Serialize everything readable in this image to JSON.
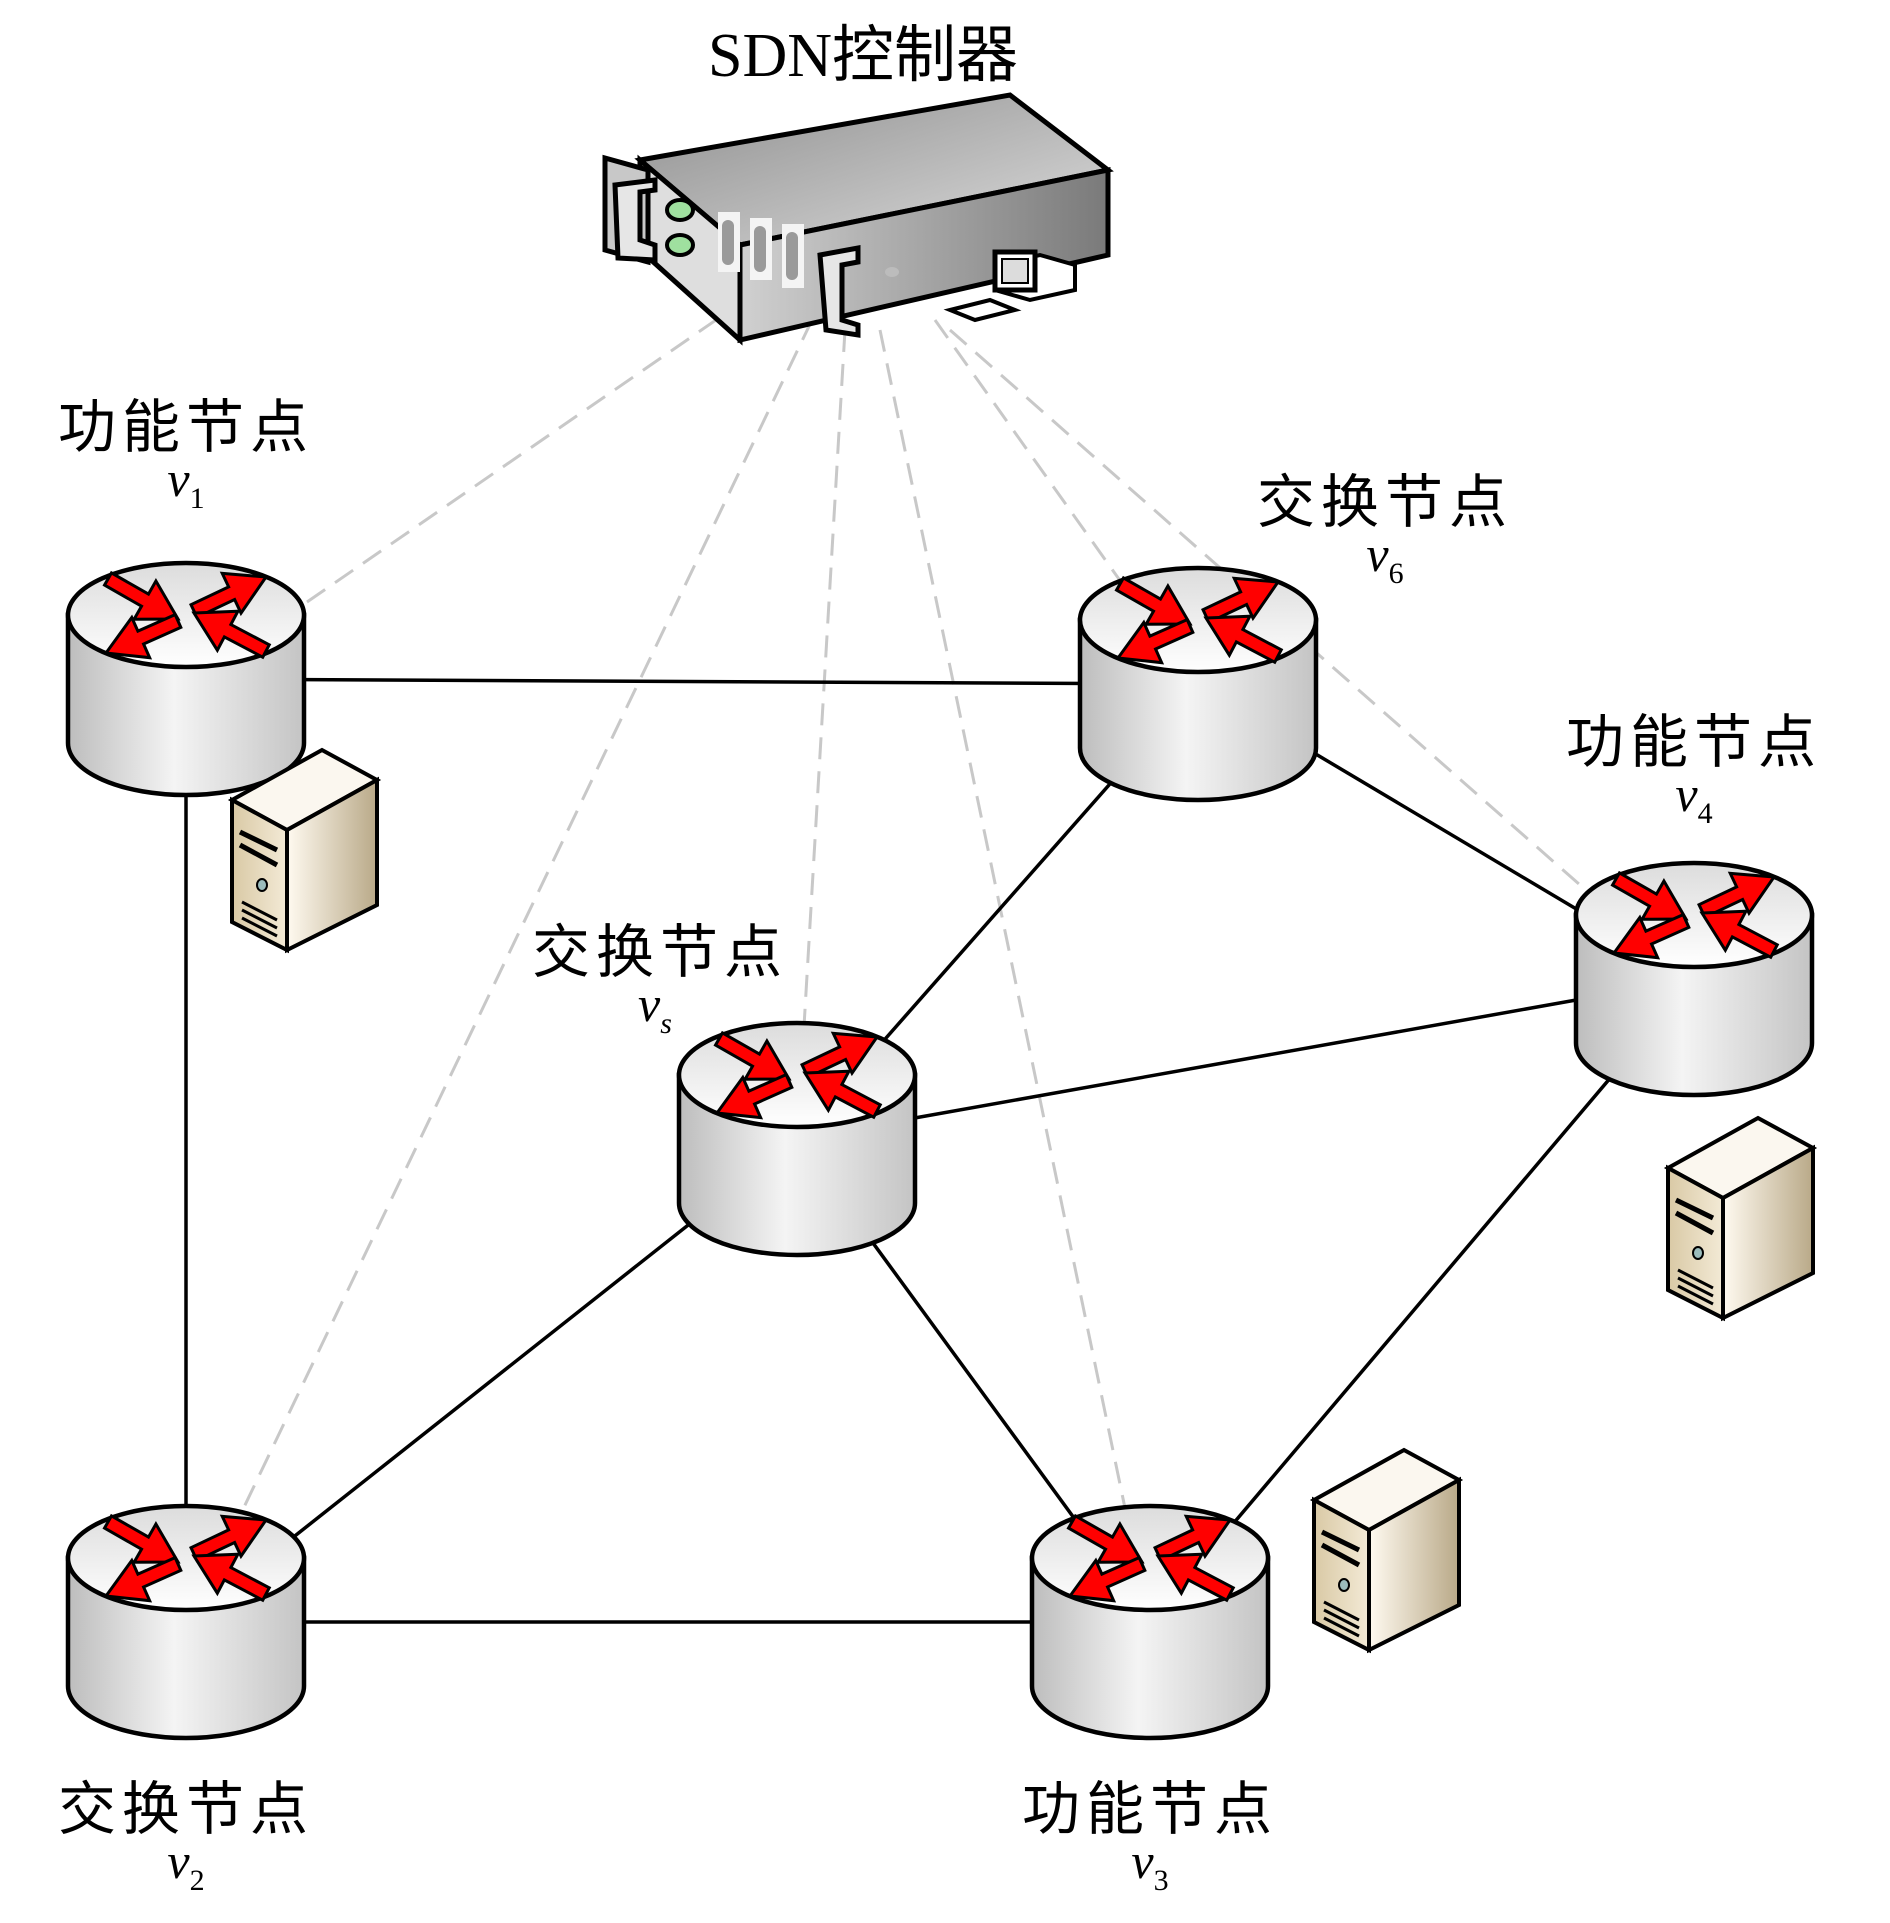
{
  "controller": {
    "label": "SDN控制器",
    "icon": "sdn-controller-rack-server-icon"
  },
  "colors": {
    "link": "#000000",
    "control_link": "#c8c8c8",
    "arrow_fill": "#ff0000",
    "router_body": "#d9d9d9",
    "server_body": "#e9dcc0"
  },
  "nodes": [
    {
      "id": "v1",
      "type_label": "功能节点",
      "var": "v",
      "sub": "1",
      "has_server": true
    },
    {
      "id": "v6",
      "type_label": "交换节点",
      "var": "v",
      "sub": "6",
      "has_server": false
    },
    {
      "id": "v4",
      "type_label": "功能节点",
      "var": "v",
      "sub": "4",
      "has_server": true
    },
    {
      "id": "vs",
      "type_label": "交换节点",
      "var": "v",
      "sub": "s",
      "has_server": false
    },
    {
      "id": "v2",
      "type_label": "交换节点",
      "var": "v",
      "sub": "2",
      "has_server": false
    },
    {
      "id": "v3",
      "type_label": "功能节点",
      "var": "v",
      "sub": "3",
      "has_server": true
    }
  ],
  "data_links": [
    [
      "v1",
      "v6"
    ],
    [
      "v1",
      "v2"
    ],
    [
      "v6",
      "vs"
    ],
    [
      "v6",
      "v4"
    ],
    [
      "vs",
      "v4"
    ],
    [
      "vs",
      "v2"
    ],
    [
      "vs",
      "v3"
    ],
    [
      "v2",
      "v3"
    ],
    [
      "v4",
      "v3"
    ]
  ],
  "control_links": [
    "v1",
    "v6",
    "v4",
    "vs",
    "v2",
    "v3"
  ]
}
